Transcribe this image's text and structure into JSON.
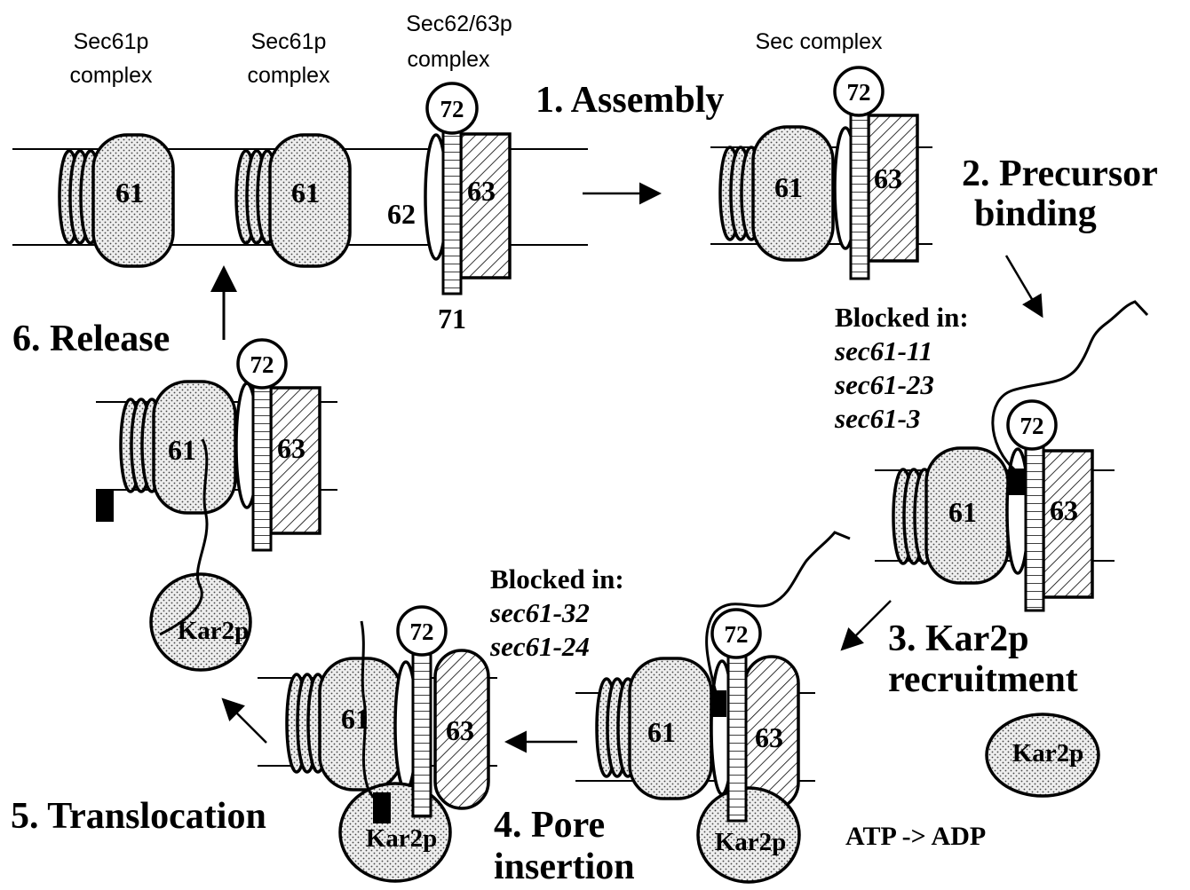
{
  "top_labels": {
    "sec61_a_line1": "Sec61p",
    "sec61_a_line2": "complex",
    "sec61_b_line1": "Sec61p",
    "sec61_b_line2": "complex",
    "sec6263_line1": "Sec62/63p",
    "sec6263_line2": "complex",
    "sec_complex": "Sec complex"
  },
  "steps": {
    "assembly": "1. Assembly",
    "precursor_line1": "2. Precursor",
    "precursor_line2": "binding",
    "kar2p_line1": "3. Kar2p",
    "kar2p_line2": "recruitment",
    "pore_line1": "4. Pore",
    "pore_line2": "insertion",
    "translocation": "5. Translocation",
    "release": "6. Release"
  },
  "proteins": {
    "sec61": "61",
    "sec62": "62",
    "sec63": "63",
    "sec71": "71",
    "sec72": "72",
    "kar2p": "Kar2p"
  },
  "blocked_top": {
    "heading": "Blocked in:",
    "alleles": [
      "sec61-11",
      "sec61-23",
      "sec61-3"
    ]
  },
  "blocked_bottom": {
    "heading": "Blocked in:",
    "alleles": [
      "sec61-32",
      "sec61-24"
    ]
  },
  "atp_label": "ATP -> ADP",
  "colors": {
    "ink": "#000000",
    "background": "#ffffff",
    "stipple_fill": "#e6e6e6"
  }
}
